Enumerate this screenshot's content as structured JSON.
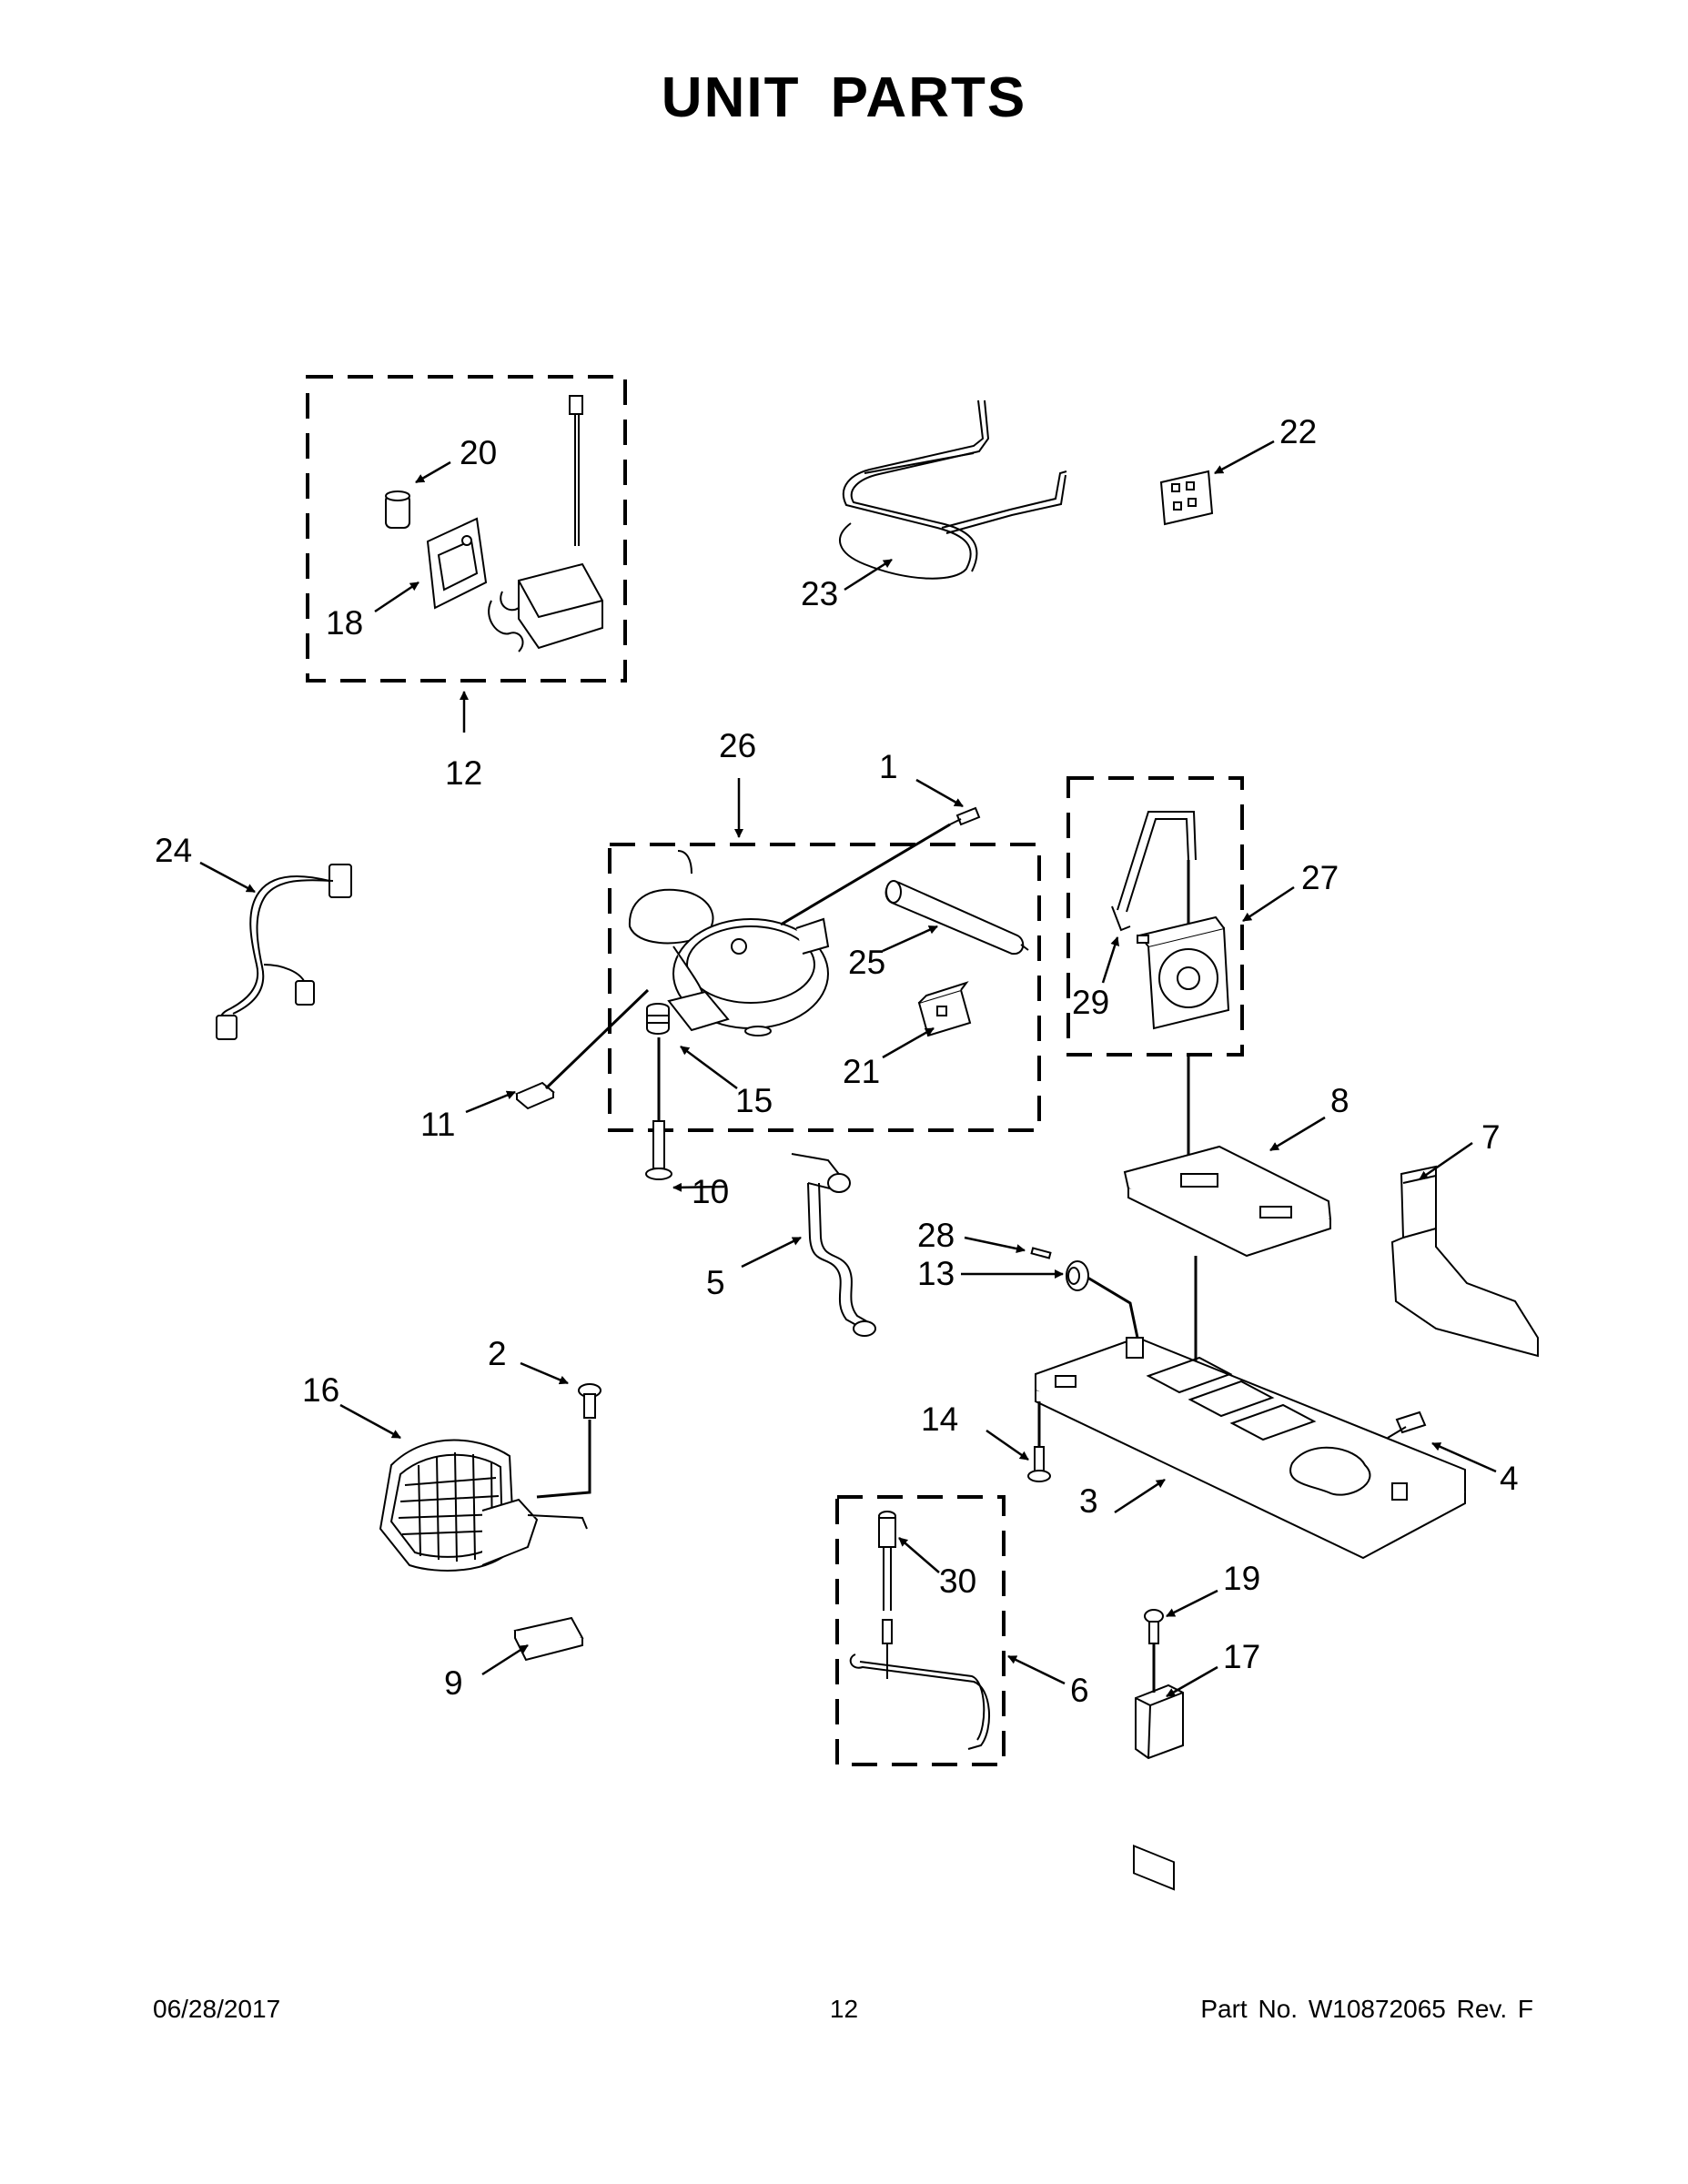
{
  "title": "UNIT PARTS",
  "callouts": {
    "c1": "1",
    "c2": "2",
    "c3": "3",
    "c4": "4",
    "c5": "5",
    "c6": "6",
    "c7": "7",
    "c8": "8",
    "c9": "9",
    "c10": "10",
    "c11": "11",
    "c12": "12",
    "c13": "13",
    "c14": "14",
    "c15": "15",
    "c16": "16",
    "c17": "17",
    "c18": "18",
    "c19": "19",
    "c20": "20",
    "c21": "21",
    "c22": "22",
    "c23": "23",
    "c24": "24",
    "c25": "25",
    "c26": "26",
    "c27": "27",
    "c28": "28",
    "c29": "29",
    "c30": "30"
  },
  "footer": {
    "date": "06/28/2017",
    "page": "12",
    "part_number": "Part No.  W10872065  Rev.  F"
  }
}
